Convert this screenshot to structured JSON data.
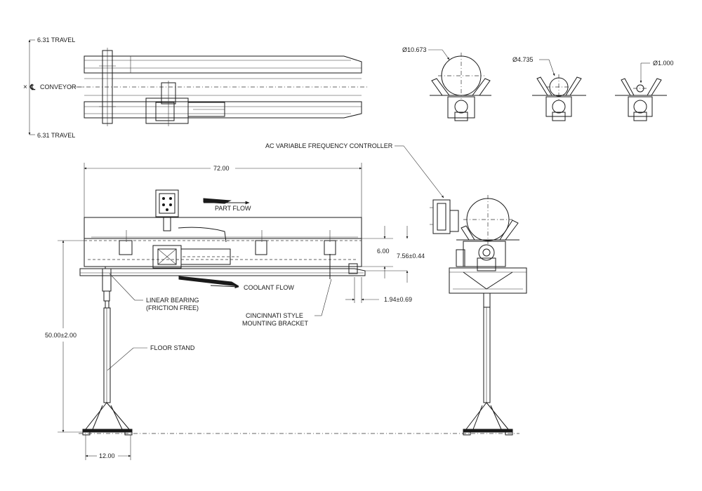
{
  "labels": {
    "travel_top": "6.31 TRAVEL",
    "conveyor_center": "CONVEYOR",
    "travel_bottom": "6.31 TRAVEL",
    "dia_large": "Ø10.673",
    "dia_medium": "Ø4.735",
    "dia_small": "Ø1.000",
    "ac_controller": "AC VARIABLE FREQUENCY CONTROLLER",
    "dim_length": "72.00",
    "part_flow": "PART FLOW",
    "dim_6": "6.00",
    "dim_756": "7.56±0.44",
    "coolant_flow": "COOLANT FLOW",
    "linear_bearing_1": "LINEAR BEARING",
    "linear_bearing_2": "(FRICTION FREE)",
    "dim_194": "1.94±0.69",
    "bracket_1": "CINCINNATI STYLE",
    "bracket_2": "MOUNTING BRACKET",
    "dim_height": "50.00±2.00",
    "floor_stand": "FLOOR STAND",
    "dim_12": "12.00"
  }
}
